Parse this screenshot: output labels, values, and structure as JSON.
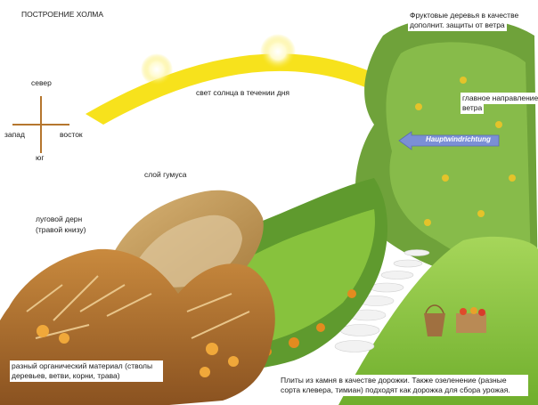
{
  "title": "ПОСТРОЕНИЕ ХОЛМА",
  "compass": {
    "north": "север",
    "west": "запад",
    "east": "восток",
    "south": "юг"
  },
  "labels": {
    "sun_path": "свет солнца в течении дня",
    "humus": "слой гумуса",
    "turf_line1": "луговой дерн",
    "turf_line2": "(травой книзу)",
    "fruit_trees_line1": "Фруктовые деревья в качестве",
    "fruit_trees_line2": "дополнит. защиты от ветра",
    "wind_line1": "главное направление",
    "wind_line2": "ветра",
    "wind_arrow": "Hauptwindrichtung",
    "organic": "разный органический материал (стволы деревьев, ветви, корни, трава)",
    "path_stones": "Плиты из камня в качестве дорожки. Также озеленение (разные сорта клевера, тимиан) подходят как дорожка для сбора урожая."
  },
  "colors": {
    "sun": "#f7e21c",
    "sun_glow": "#fff7b0",
    "grass": "#8cc63f",
    "soil": "#b5762e",
    "turf": "#c8a060",
    "wind_arrow": "#7b8fd6"
  }
}
